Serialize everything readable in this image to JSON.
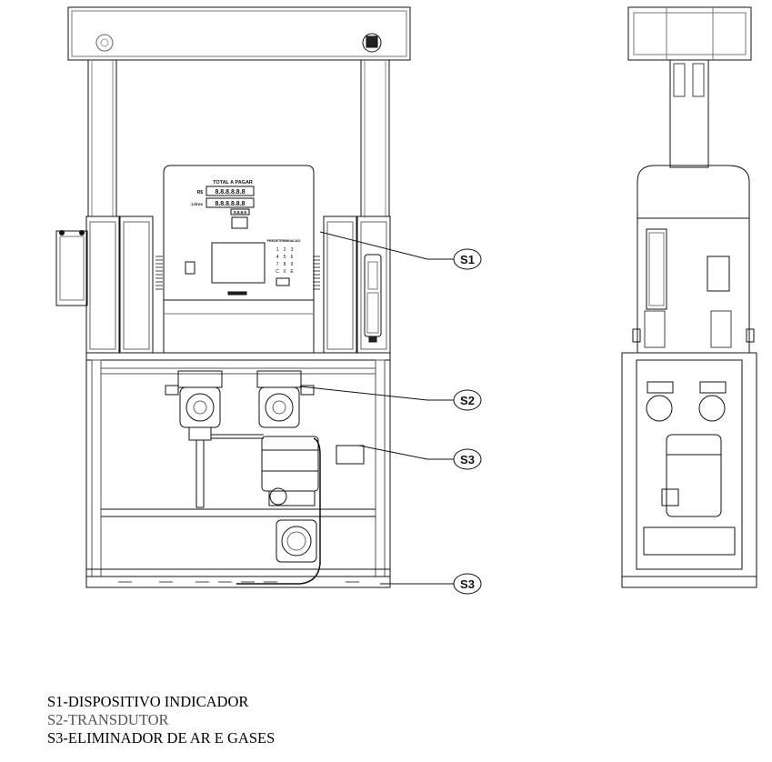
{
  "display": {
    "title": "TOTAL A PAGAR",
    "currency_label": "R$",
    "volume_label": "Litros",
    "price_digits": "8.8.8.8.8.8",
    "volume_digits": "8.8.8.8.8.8",
    "unit_price_digits": "8.8.8.8"
  },
  "keypad": {
    "title": "PREDETERMINACAO",
    "keys": [
      "1",
      "2",
      "3",
      "4",
      "5",
      "6",
      "7",
      "8",
      "9",
      "C",
      "0",
      "E"
    ]
  },
  "callouts": [
    {
      "id": "S1",
      "label": "S1"
    },
    {
      "id": "S2",
      "label": "S2"
    },
    {
      "id": "S3a",
      "label": "S3"
    },
    {
      "id": "S3b",
      "label": "S3"
    }
  ],
  "legend": [
    {
      "text": "S1-DISPOSITIVO INDICADOR"
    },
    {
      "text": "S2-TRANSDUTOR"
    },
    {
      "text": "S3-ELIMINADOR DE AR E GASES"
    }
  ]
}
